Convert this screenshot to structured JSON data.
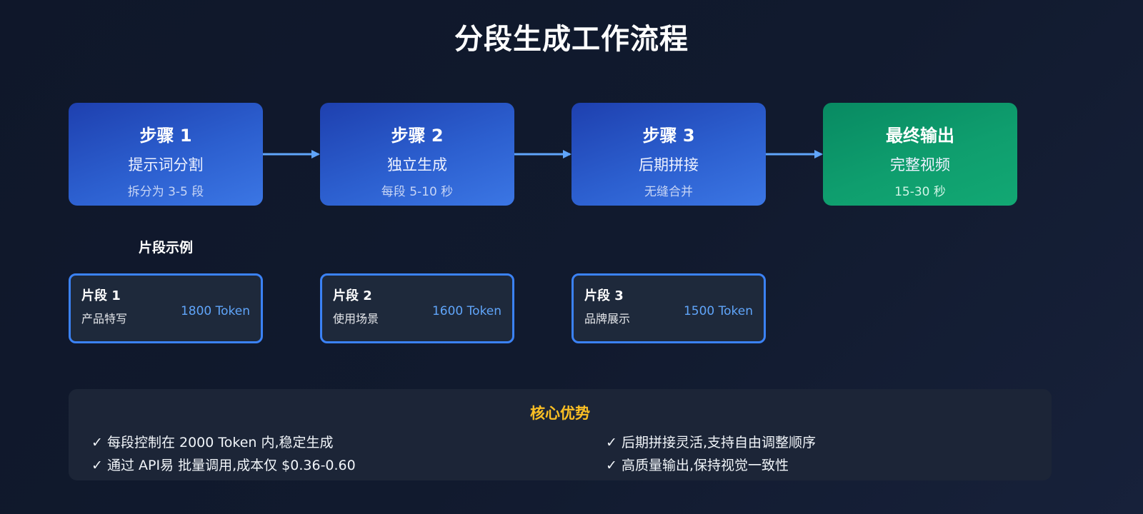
{
  "title": "分段生成工作流程",
  "steps": [
    {
      "title": "步骤 1",
      "subtitle": "提示词分割",
      "note": "拆分为 3-5 段"
    },
    {
      "title": "步骤 2",
      "subtitle": "独立生成",
      "note": "每段 5-10 秒"
    },
    {
      "title": "步骤 3",
      "subtitle": "后期拼接",
      "note": "无缝合并"
    },
    {
      "title": "最终输出",
      "subtitle": "完整视频",
      "note": "15-30 秒"
    }
  ],
  "segments_label": "片段示例",
  "segments": [
    {
      "title": "片段 1",
      "desc": "产品特写",
      "tokens": "1800 Token"
    },
    {
      "title": "片段 2",
      "desc": "使用场景",
      "tokens": "1600 Token"
    },
    {
      "title": "片段 3",
      "desc": "品牌展示",
      "tokens": "1500 Token"
    }
  ],
  "advantages": {
    "title": "核心优势",
    "items": [
      "✓ 每段控制在 2000 Token 内,稳定生成",
      "✓ 通过 API易 批量调用,成本仅 $0.36-0.60",
      "✓ 后期拼接灵活,支持自由调整顺序",
      "✓ 高质量输出,保持视觉一致性"
    ]
  },
  "colors": {
    "step_blue": "#2c5fcf",
    "step_green": "#0f9e6e",
    "arrow": "#60a5fa",
    "segment_border": "#3b82f6",
    "token_text": "#60a5fa",
    "advantage_title": "#fbbf24"
  }
}
